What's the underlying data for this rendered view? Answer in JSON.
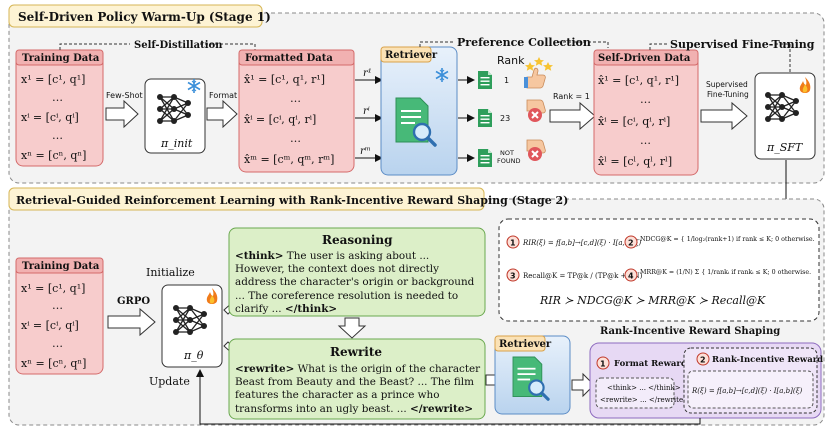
{
  "stage1": {
    "title": "Self-Driven Policy Warm-Up (Stage 1)",
    "training_data": {
      "title": "Training Data",
      "rows": [
        "x¹ = [c¹, q¹]",
        "…",
        "xⁱ = [cⁱ, qⁱ]",
        "…",
        "xⁿ = [cⁿ, qⁿ]"
      ]
    },
    "self_distillation": "Self-Distillation",
    "few_shot": "Few-Shot",
    "pi_init": "π_init",
    "format": "Format",
    "formatted_data": {
      "title": "Formatted Data",
      "rows": [
        "x̂¹ = [c¹, q¹, r¹]",
        "…",
        "x̂ⁱ = [cⁱ, qⁱ, rⁱ]",
        "…",
        "x̂ᵐ = [cᵐ, qᵐ, rᵐ]"
      ]
    },
    "r_labels": [
      "r¹",
      "rⁱ",
      "rᵐ"
    ],
    "retriever": "Retriever",
    "preference_collection": "Preference Collection",
    "rank_header": "Rank",
    "ranks": [
      "1",
      "23",
      "NOT FOUND"
    ],
    "rank_filter": "Rank = 1",
    "self_driven_data": {
      "title": "Self-Driven Data",
      "rows": [
        "x̂¹ = [c¹, q¹, r¹]",
        "…",
        "x̂ⁱ = [cⁱ, qⁱ, rⁱ]",
        "…",
        "x̂ˡ = [cˡ, qˡ, rˡ]"
      ]
    },
    "supervised_fine_tuning": "Supervised Fine-Tuning",
    "sft_arrow": "Supervised Fine-Tuning",
    "pi_sft": "π_SFT"
  },
  "stage2": {
    "title": "Retrieval-Guided Reinforcement Learning with Rank-Incentive Reward Shaping (Stage 2)",
    "training_data": {
      "title": "Training Data",
      "rows": [
        "x¹ = [c¹, q¹]",
        "…",
        "xⁱ = [cⁱ, qⁱ]",
        "…",
        "xⁿ = [cⁿ, qⁿ]"
      ]
    },
    "initialize": "Initialize",
    "grpo": "GRPO",
    "update": "Update",
    "pi_theta": "π_θ",
    "reasoning": {
      "title": "Reasoning",
      "tag_open": "<think>",
      "text": " The user is asking about ... However, the context does not directly address the character's origin or background ... The coreference resolution is needed to clarify ... ",
      "tag_close": "</think>"
    },
    "rewrite": {
      "title": "Rewrite",
      "tag_open": "<rewrite>",
      "text": " What is the origin of the character Beast from Beauty and the Beast? ... The film features the character as a prince who transforms into an ugly beast. ... ",
      "tag_close": "</rewrite>"
    },
    "retriever": "Retriever",
    "metrics": {
      "items": [
        {
          "num": "1",
          "text": "RIR(ξ) = f[a,b]→[c,d](ξ) · I[a,b](ξ)"
        },
        {
          "num": "2",
          "text": "NDCG@K = { 1/log₂(rank+1) if rank ≤ K; 0 otherwise."
        },
        {
          "num": "3",
          "text": "Recall@K = TP@k / (TP@k + FN)"
        },
        {
          "num": "4",
          "text": "MRR@K = (1/N) Σ { 1/rankᵢ if rankᵢ ≤ K; 0 otherwise."
        }
      ],
      "ordering": "RIR ≻ NDCG@K ≻ MRR@K ≻ Recall@K"
    },
    "reward_shaping_title": "Rank-Incentive Reward Shaping",
    "format_reward": {
      "num": "1",
      "title": "Format Reward",
      "lines": [
        "<think> ... </think>",
        "<rewrite> ... </rewrite>"
      ]
    },
    "rank_reward": {
      "num": "2",
      "title": "Rank-Incentive Reward",
      "formula": "R(ξ) = f[a,b]→[c,d](ξ) · I[a,b](ξ)"
    }
  }
}
